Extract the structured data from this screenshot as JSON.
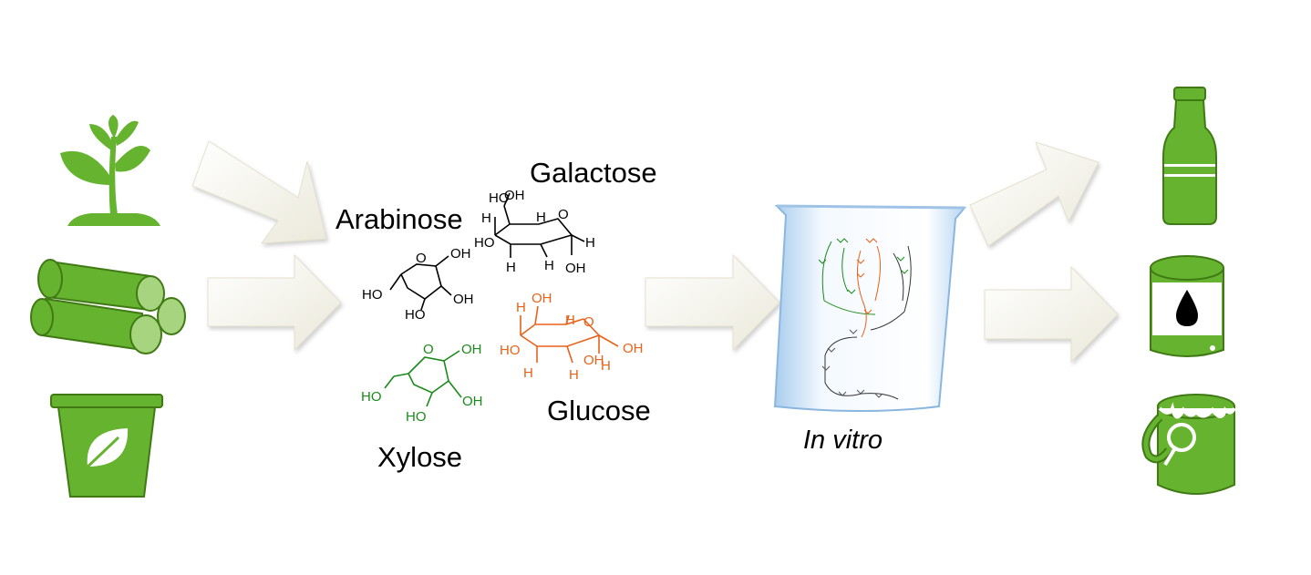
{
  "sugars": {
    "arabinose": "Arabinose",
    "galactose": "Galactose",
    "xylose": "Xylose",
    "glucose": "Glucose"
  },
  "vessel_label": "In vitro",
  "atoms": {
    "oh": "OH",
    "ho": "HO",
    "h": "H",
    "o": "O"
  },
  "icons": {
    "inputs": [
      "sprout-icon",
      "logs-icon",
      "compost-bin-icon"
    ],
    "outputs": [
      "bottle-icon",
      "oil-barrel-icon",
      "paint-bucket-icon"
    ],
    "vessel": "beaker-icon"
  },
  "colors": {
    "icon_green": "#65b32e",
    "icon_outline": "#3f7a14",
    "arrow_fill": "#f2f0e4",
    "xylose": "#1a8a1a",
    "glucose": "#e8621a",
    "arabinose": "#000000",
    "galactose": "#000000",
    "beaker": "#bcd8f0"
  }
}
